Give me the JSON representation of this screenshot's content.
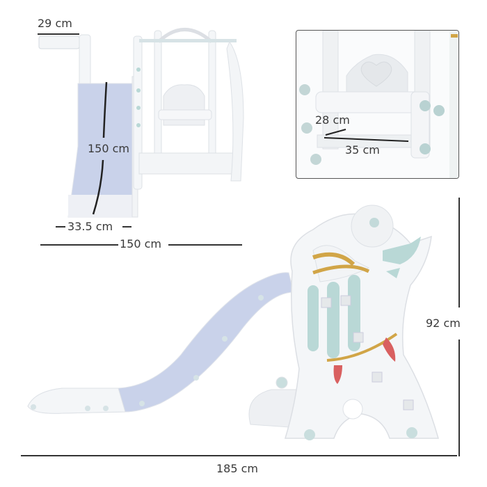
{
  "product": "Kids slide and swing set (rocket design)",
  "top_view": {
    "basket_width": "29 cm",
    "slide_length": "150 cm",
    "slide_width": "33.5 cm",
    "total_length": "150 cm"
  },
  "detail_view": {
    "seat_depth": "28 cm",
    "seat_width": "35 cm"
  },
  "side_view": {
    "height": "92 cm",
    "length": "185 cm"
  },
  "colors": {
    "slide_blue": "#c9d2ea",
    "frame_white": "#f2f4f6",
    "mint": "#b9d8d6",
    "gold": "#d1a547",
    "red": "#d96060",
    "dim_line": "#333333"
  }
}
